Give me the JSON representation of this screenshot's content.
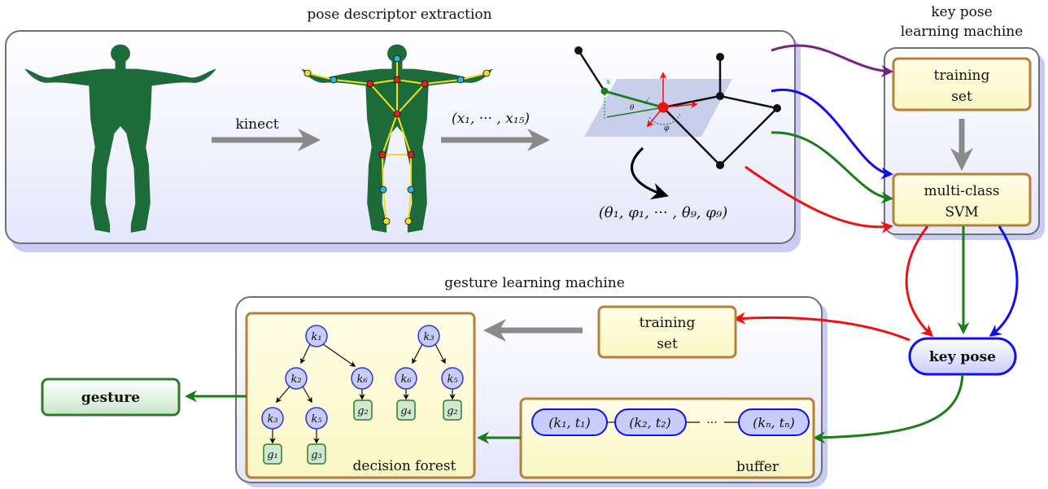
{
  "panels": {
    "pose": {
      "title": "pose descriptor extraction"
    },
    "key_pose_machine": {
      "title_line1": "key pose",
      "title_line2": "learning machine"
    },
    "gesture_machine": {
      "title": "gesture learning machine"
    }
  },
  "arrows": {
    "kinect_label": "kinect",
    "coords_label": "(x₁, ··· , x₁₅)",
    "angles_label": "(θ₁, φ₁, ··· , θ₉, φ₉)"
  },
  "angle_diagram": {
    "x_label": "x",
    "theta_label": "θ",
    "phi_label": "φ"
  },
  "boxes": {
    "training_set_top": {
      "line1": "training",
      "line2": "set"
    },
    "svm": {
      "line1": "multi-class",
      "line2": "SVM"
    },
    "training_set_bottom": {
      "line1": "training",
      "line2": "set"
    },
    "key_pose": "key pose",
    "gesture": "gesture",
    "decision_forest_label": "decision forest",
    "buffer_label": "buffer"
  },
  "forest": {
    "tree1": {
      "root": "k₁",
      "mid_left": "k₂",
      "mid_right": "k₆",
      "leaf_a": "k₃",
      "leaf_b": "k₅",
      "g_a": "g₁",
      "g_b": "g₃",
      "g_mid_right": "g₂"
    },
    "tree2": {
      "root": "k₃",
      "left": "k₆",
      "right": "k₅",
      "g_left": "g₄",
      "g_right": "g₂"
    }
  },
  "buffer": {
    "item1": "(k₁, t₁)",
    "item2": "(k₂, t₂)",
    "ellipsis": "···",
    "item3": "(kₙ, tₙ)"
  },
  "colors": {
    "panel_fill": "#eceefc",
    "panel_shadow": "#c7cbf5",
    "box_fill": "#fdfbd2",
    "box_border": "#b5813a",
    "node_fill": "#c7ccfa",
    "node_border": "#3333dd",
    "leaf_fill": "#cfe8cf",
    "leaf_border": "#2f7a2f",
    "body_green": "#1e6b3a",
    "skeleton_yellow": "#f2e11a",
    "purple": "#7a1f86",
    "blue": "#1010ee",
    "green": "#1a7d1a",
    "red": "#ee1111",
    "gray": "#8a8a8a"
  }
}
